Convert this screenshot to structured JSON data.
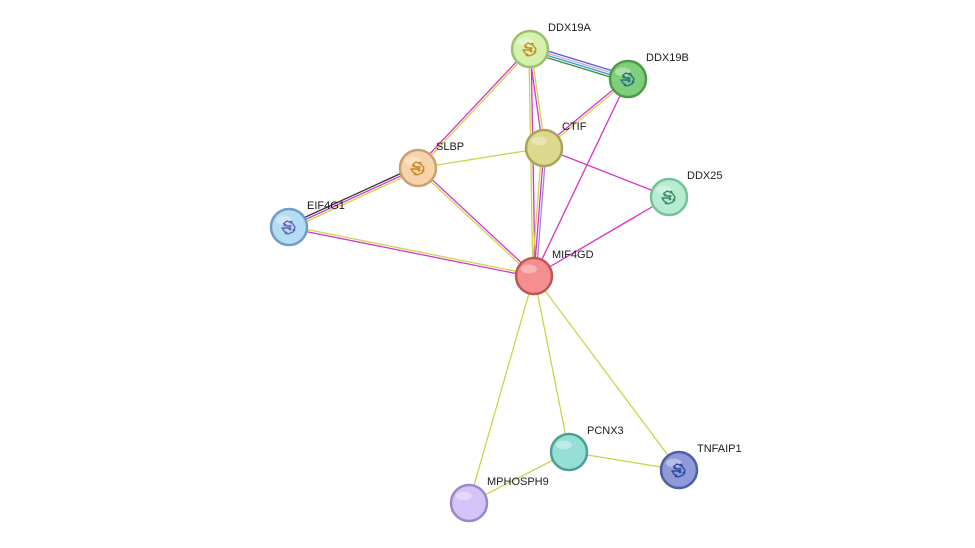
{
  "network": {
    "nodes": [
      {
        "id": "DDX19A",
        "label": "DDX19A",
        "fill": "#d4f2ac",
        "stroke": "#9cc06e",
        "icon": "protein-structure-icon",
        "icon_color": "#c98a2a"
      },
      {
        "id": "DDX19B",
        "label": "DDX19B",
        "fill": "#7fcf7a",
        "stroke": "#4d9a48",
        "icon": "protein-structure-icon",
        "icon_color": "#2e6e8a"
      },
      {
        "id": "CTIF",
        "label": "CTIF",
        "fill": "#dcd88e",
        "stroke": "#a8a45a",
        "icon": "",
        "icon_color": ""
      },
      {
        "id": "SLBP",
        "label": "SLBP",
        "fill": "#f7d3aa",
        "stroke": "#c9a072",
        "icon": "protein-structure-icon",
        "icon_color": "#c98a2a"
      },
      {
        "id": "DDX25",
        "label": "DDX25",
        "fill": "#b6ecd0",
        "stroke": "#74c29a",
        "icon": "protein-structure-icon",
        "icon_color": "#3f8a6a"
      },
      {
        "id": "EIF4G1",
        "label": "EIF4G1",
        "fill": "#b5dcf5",
        "stroke": "#6e9ec2",
        "icon": "protein-structure-icon",
        "icon_color": "#6a62b0"
      },
      {
        "id": "MIF4GD",
        "label": "MIF4GD",
        "fill": "#f58e8e",
        "stroke": "#c05555",
        "icon": "",
        "icon_color": ""
      },
      {
        "id": "PCNX3",
        "label": "PCNX3",
        "fill": "#95e0d6",
        "stroke": "#4f9e94",
        "icon": "",
        "icon_color": ""
      },
      {
        "id": "TNFAIP1",
        "label": "TNFAIP1",
        "fill": "#8e9bd8",
        "stroke": "#505ea6",
        "icon": "protein-structure-icon",
        "icon_color": "#2d4a9e"
      },
      {
        "id": "MPHOSPH9",
        "label": "MPHOSPH9",
        "fill": "#d4c3f7",
        "stroke": "#9a88c6",
        "icon": "",
        "icon_color": ""
      }
    ],
    "edges": [
      {
        "source": "DDX19A",
        "target": "DDX19B",
        "colors": [
          "#5b5bd6",
          "#d9a0e0",
          "#2aa2c8",
          "#3a8a3a"
        ]
      },
      {
        "source": "DDX19A",
        "target": "CTIF",
        "colors": [
          "#c8d64a",
          "#d633c8"
        ]
      },
      {
        "source": "DDX19A",
        "target": "MIF4GD",
        "colors": [
          "#d633c8",
          "#c8d64a"
        ]
      },
      {
        "source": "DDX19B",
        "target": "CTIF",
        "colors": [
          "#c8d64a",
          "#d633c8"
        ]
      },
      {
        "source": "DDX19B",
        "target": "MIF4GD",
        "colors": [
          "#d633c8"
        ]
      },
      {
        "source": "CTIF",
        "target": "SLBP",
        "colors": [
          "#c8d64a"
        ]
      },
      {
        "source": "CTIF",
        "target": "DDX25",
        "colors": [
          "#d633c8"
        ]
      },
      {
        "source": "CTIF",
        "target": "MIF4GD",
        "colors": [
          "#9a88e0",
          "#d633c8",
          "#c8d64a"
        ]
      },
      {
        "source": "SLBP",
        "target": "EIF4G1",
        "colors": [
          "#c8d64a",
          "#d633c8",
          "#333333"
        ]
      },
      {
        "source": "SLBP",
        "target": "MIF4GD",
        "colors": [
          "#d633c8",
          "#c8d64a"
        ]
      },
      {
        "source": "SLBP",
        "target": "DDX19A",
        "colors": [
          "#d633c8",
          "#c8d64a"
        ]
      },
      {
        "source": "EIF4G1",
        "target": "MIF4GD",
        "colors": [
          "#c8d64a",
          "#d633c8"
        ]
      },
      {
        "source": "DDX25",
        "target": "MIF4GD",
        "colors": [
          "#d633c8"
        ]
      },
      {
        "source": "MIF4GD",
        "target": "PCNX3",
        "colors": [
          "#c8d64a"
        ]
      },
      {
        "source": "MIF4GD",
        "target": "TNFAIP1",
        "colors": [
          "#c8d64a"
        ]
      },
      {
        "source": "MIF4GD",
        "target": "MPHOSPH9",
        "colors": [
          "#c8d64a"
        ]
      },
      {
        "source": "PCNX3",
        "target": "TNFAIP1",
        "colors": [
          "#c8d64a"
        ]
      },
      {
        "source": "PCNX3",
        "target": "MPHOSPH9",
        "colors": [
          "#c8d64a"
        ]
      }
    ]
  }
}
